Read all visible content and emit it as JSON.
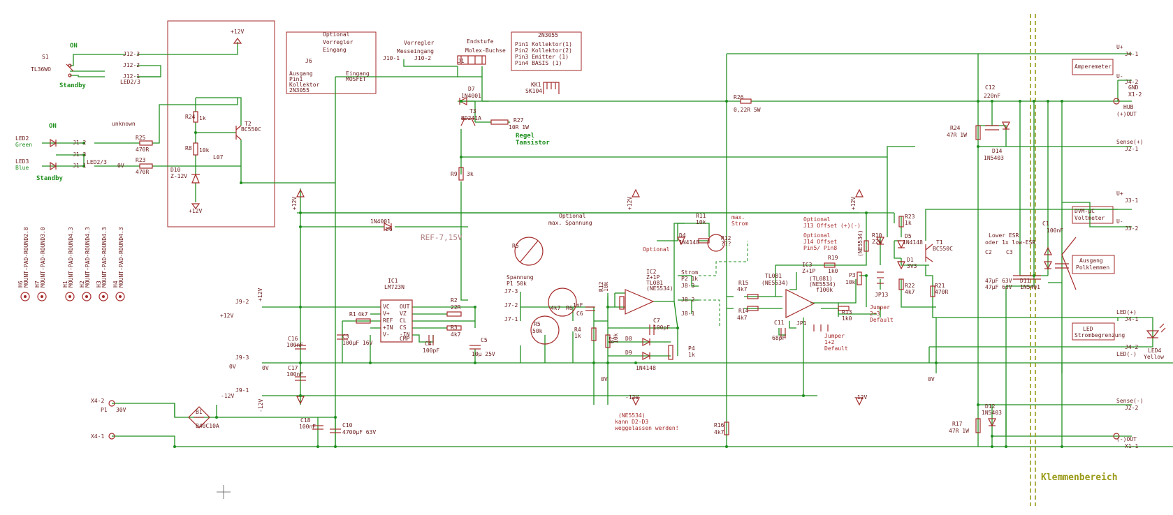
{
  "labels": {
    "s1": "S1",
    "s1_part": "TL36WO",
    "on_top": "ON",
    "standby_top": "Standby",
    "on_bottom": "ON",
    "standby_bottom": "Standby",
    "led2": "LED2",
    "led2_color": "Green",
    "led3": "LED3",
    "led3_color": "Blue",
    "j12_3": "J12-3",
    "j12_2": "J12-2",
    "j12_1": "J12-1",
    "led23": "LED2/3",
    "led23b": "LED2/3",
    "unknown": "unknown",
    "r25": "R25",
    "r25v": "470R",
    "r23": "R23",
    "r23v": "470R",
    "j1_2": "J1-2",
    "j1_3": "J1-3",
    "j1_1": "J1-1",
    "ov_led": "0V",
    "p12_top": "+12V",
    "r24": "R24",
    "r24v": "1k",
    "r8": "R8",
    "r8v": "10k",
    "t2": "T2",
    "t2v": "BC550C",
    "d10": "D10",
    "d10v": "Z-12V",
    "l07": "L07",
    "p12_box": "+12V",
    "opt_box_1": "Optional",
    "opt_box_2": "Vorregler",
    "opt_box_3": "Eingang",
    "opt_box_j": "J6",
    "opt_box_a1": "Ausgang",
    "opt_box_a2": "Pin1",
    "opt_box_a3": "Kollektor",
    "opt_box_a4": "2N3055",
    "opt_box_e1": "Eingang",
    "opt_box_e2": "MOSFET",
    "vorregler": "Vorregler",
    "messeingang": "Messeingang",
    "j10_1": "J10-1",
    "j10_2": "J10-2",
    "endstufe": "Endstufe",
    "molex": "Molex-Buchse",
    "j11": "J1",
    "d7": "D7",
    "d7v": "1N4001",
    "t3": "T3",
    "t3v": "BD241A",
    "r27": "R27",
    "r27v": "10R 1W",
    "regel1": "Regel",
    "regel2": "Tansistor",
    "r9": "R9",
    "r9v": "3k",
    "pin_title": "2N3055",
    "pin1": "Pin1 Kollektor(1)",
    "pin2": "Pin2 Kollektor(2)",
    "pin3": "Pin3 Emitter  (1)",
    "pin4": "Pin4 BASIS    (1)",
    "kk1": "KK1",
    "kk1v": "SK104",
    "r26": "R26",
    "r26v": "0,22R 5W",
    "j4_1": "J4-1",
    "amperemeter": "Amperemeter",
    "j4_2": "J4-2",
    "gnd": "GND",
    "x1_2": "X1-2",
    "c12": "C12",
    "c12v": "220nF",
    "hub": "HUB",
    "out_plus": "(+)OUT",
    "r24b": "R24",
    "r24bv": "47R 1W",
    "d14": "D14",
    "d14v": "1N5403",
    "sense_p": "Sense(+)",
    "j2_1": "J2-1",
    "u_plus": "U+",
    "j3_1": "J3-1",
    "dvm_1": "DVM-µC",
    "dvm_2": "Voltmeter",
    "u_minus": "U-",
    "j3_2": "J3-2",
    "c1": "C1",
    "c1v": "100nF",
    "lower_1": "Lower ESR",
    "lower_2": "oder 1x low-ESR",
    "c2": "C2",
    "c2v": "47µF 63V",
    "c3": "C3",
    "c3v": "47µF 63V",
    "d11": "D11",
    "d11v": "1N5401",
    "klemme_1": "Ausgang",
    "klemme_2": "Polklemmen",
    "led_p": "LED(+)",
    "j4_1b": "J4-1",
    "led_box1": "LED",
    "led_box2": "Strombegrenzung",
    "j4_2b": "J4-2",
    "led_m": "LED(-)",
    "led4": "LED4",
    "led4c": "Yellow",
    "sense_m": "Sense(-)",
    "j2_2": "J2-2",
    "d12": "D12",
    "d12v": "1N5403",
    "r17": "R17",
    "r17v": "47R 1W",
    "out_minus": "(-)OUT",
    "x1_1": "X1-1",
    "klemmenbereich": "Klemmenbereich",
    "p12a": "+12V",
    "p12b": "+12V",
    "p12c": "+12V",
    "m12a": "-12V",
    "m12b": "-12V",
    "m12c": "-12V",
    "opt_max1": "Optional",
    "opt_max2": "max. Spannung",
    "d6": "D6",
    "d6v": "1N4001",
    "ref": "REF-7,15V",
    "j9_2": "J9-2",
    "p12d": "+12V",
    "j9_3": "J9-3",
    "ov": "0V",
    "j9_1": "J9-1",
    "m12d": "-12V",
    "ic1": "IC1",
    "ic1v": "LM723N",
    "ic1_vc": "VC",
    "ic1_vp": "V+",
    "ic1_ref": "REF",
    "ic1_in": "+IN",
    "ic1_vm": "V-",
    "ic1_out": "OUT",
    "ic1_vz": "VZ",
    "ic1_cl": "CL",
    "ic1_cs": "CS",
    "ic1_min": "-IN",
    "ic1_cmp": "CMP",
    "r1": "R1",
    "r1v": "4k7",
    "r2": "R2",
    "r2v": "22R",
    "r3": "R3",
    "r3v": "4k7",
    "c4": "C4",
    "c4v": "100pF",
    "c5": "C5",
    "c5v": "10µ 25V",
    "c3a": "C3",
    "c3av": "100µF 16V",
    "c16": "C16",
    "c16v": "100nF",
    "c17": "C17",
    "c17v": "100nF",
    "ov_a": "0V",
    "x4_2": "X4-2",
    "p1": "P1",
    "p1v": "30V",
    "x4_1": "X4-1",
    "b1": "B1",
    "b1v": "B40C10A",
    "c18": "C18",
    "c18v": "100nF",
    "c10": "C10",
    "c10v": "4700µF 63V",
    "mount1": "MOUNT-PAD-ROUND2.8",
    "mount2": "MOUNT-PAD-ROUND3.0",
    "mount3": "MOUNT-PAD-ROUND4.3",
    "mount4": "MOUNT-PAD-ROUND4.3",
    "mount5": "MOUNT-PAD-ROUND4.3",
    "mount6": "MOUNT-PAD-ROUND4.3",
    "h1": "H6",
    "h2": "H7",
    "h3": "H1",
    "h4": "H2",
    "h5": "H3",
    "h6": "H4",
    "r5a": "R5",
    "spann1": "Spannung",
    "spann2": "P1 50k",
    "j7_3": "J7-3",
    "j7_2": "J7-2",
    "j7_1": "J7-1",
    "r6": "R6",
    "r6v": "4k7",
    "r5": "R5",
    "r5v": "50k",
    "r4": "R4",
    "r4v": "1k",
    "c6": "C6",
    "c6v": "1nF",
    "r7": "R7",
    "r7v": "10k",
    "r12": "R12",
    "r12v": "10k",
    "ov_b": "0V",
    "d4": "D4",
    "d4v": "1N4148",
    "r11": "R11",
    "r11v": "10k",
    "r12b": "R12",
    "r12bv": "???",
    "max1": "max.",
    "max2": "Strom",
    "optional2": "Optional",
    "ic2": "IC2",
    "ic2v1": "Z+1P",
    "ic2v2": "TL081",
    "ic2v3": "(NE5534)",
    "c7": "C7",
    "c7v": "100pF",
    "d8": "D8",
    "d9": "D9",
    "d89v": "1N4148",
    "p4": "P4",
    "p4v": "1k",
    "strom1": "Strom",
    "strom2": "P2 1k",
    "j8_3": "J8-3",
    "j8_2": "J8-2",
    "j8_1": "J8-1",
    "ne_note1": "(NE5534)",
    "ne_note2": "kann D2-D3",
    "ne_note3": "weggelassen werden!",
    "r15": "R15",
    "r15v": "4k7",
    "r14": "R14",
    "r14v": "4k7",
    "tl081": "TL081",
    "ne5534": "(NE5534)",
    "ic3": "IC3",
    "ic3v": "Z+1P",
    "ic3a": "(TL081)",
    "ic3b": "(NE5534)",
    "ic3c": "f100k",
    "c11": "C11",
    "c11v": "68pF",
    "jp1": "JP1",
    "jumper1": "Jumper",
    "jumper1b": "1+2",
    "jumper1c": "Default",
    "opt13_1": "Optional",
    "opt13_2": "J13 Offset (+)(-)",
    "opt14_1": "Optional",
    "opt14_2": "J14 Offset",
    "opt14_3": "Pin5/ Pin8",
    "r10": "R10",
    "r10v": "22k",
    "r19": "R19",
    "r19v": "1k0",
    "p3": "P3",
    "p3v": "10k",
    "jp13": "JP13",
    "jumper2": "Jumper",
    "jumper2b": "2+3",
    "jumper2c": "Default",
    "r13": "R13",
    "r13v": "1k0",
    "ne5534b": "(NE5534)",
    "r23b": "R23",
    "r23bv": "1k",
    "d5": "D5",
    "d5v": "1N4148",
    "d1": "D1",
    "d1v": "3V3",
    "t1": "T1",
    "t1v": "BC550C",
    "r22": "R22",
    "r22v": "4k7",
    "r21": "R21",
    "r21v": "470R",
    "ov_c": "0V",
    "r16": "R16",
    "r16v": "4k7"
  }
}
